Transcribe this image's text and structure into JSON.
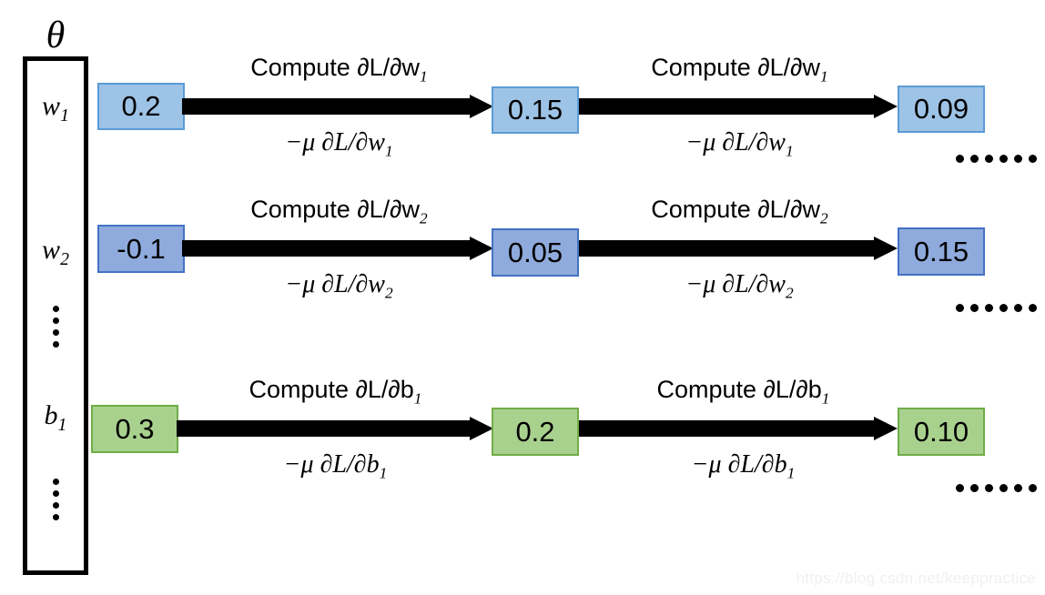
{
  "diagram": {
    "title_symbol": "θ",
    "parameter_list": [
      {
        "name": "w",
        "sub": "1",
        "kind": "label"
      },
      {
        "name": "w",
        "sub": "2",
        "kind": "label"
      },
      {
        "kind": "vdots"
      },
      {
        "name": "b",
        "sub": "1",
        "kind": "label"
      },
      {
        "kind": "vdots"
      }
    ],
    "rows": [
      {
        "param_label": "w",
        "param_sub": "1",
        "color_key": "blue1",
        "fill": "#9DC3E6",
        "border": "#5B9BD5",
        "values": [
          "0.2",
          "0.15",
          "0.09"
        ],
        "steps": [
          {
            "top": "Compute ∂L/∂w",
            "top_sub": "1",
            "bottom": "−μ ∂L/∂w",
            "bottom_sub": "1"
          },
          {
            "top": "Compute ∂L/∂w",
            "top_sub": "1",
            "bottom": "−μ ∂L/∂w",
            "bottom_sub": "1"
          }
        ],
        "trailing_dots": 6
      },
      {
        "param_label": "w",
        "param_sub": "2",
        "color_key": "blue2",
        "fill": "#8FAADC",
        "border": "#4472C4",
        "values": [
          "-0.1",
          "0.05",
          "0.15"
        ],
        "steps": [
          {
            "top": "Compute ∂L/∂w",
            "top_sub": "2",
            "bottom": "−μ ∂L/∂w",
            "bottom_sub": "2"
          },
          {
            "top": "Compute ∂L/∂w",
            "top_sub": "2",
            "bottom": "−μ ∂L/∂w",
            "bottom_sub": "2"
          }
        ],
        "trailing_dots": 6
      },
      {
        "param_label": "b",
        "param_sub": "1",
        "color_key": "green",
        "fill": "#A9D18E",
        "border": "#70AD47",
        "values": [
          "0.3",
          "0.2",
          "0.10"
        ],
        "steps": [
          {
            "top": "Compute ∂L/∂b",
            "top_sub": "1",
            "bottom": "−μ ∂L/∂b",
            "bottom_sub": "1"
          },
          {
            "top": "Compute ∂L/∂b",
            "top_sub": "1",
            "bottom": "−μ ∂L/∂b",
            "bottom_sub": "1"
          }
        ],
        "trailing_dots": 6
      }
    ],
    "watermark": "https://blog.csdn.net/keeppractice",
    "colors": {
      "arrow": "#000000",
      "outline": "#000000",
      "background": "#ffffff",
      "watermark_text": "#f0f0f0"
    }
  }
}
